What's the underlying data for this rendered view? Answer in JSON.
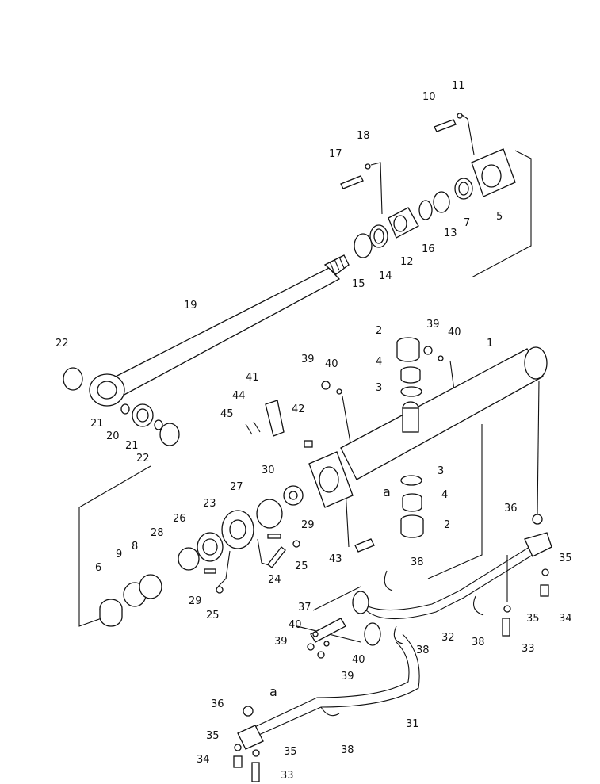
{
  "diagram": {
    "labels": [
      {
        "id": "p11",
        "text": "11"
      },
      {
        "id": "p10",
        "text": "10"
      },
      {
        "id": "p18",
        "text": "18"
      },
      {
        "id": "p17",
        "text": "17"
      },
      {
        "id": "p5",
        "text": "5"
      },
      {
        "id": "p7",
        "text": "7"
      },
      {
        "id": "p13",
        "text": "13"
      },
      {
        "id": "p16",
        "text": "16"
      },
      {
        "id": "p12",
        "text": "12"
      },
      {
        "id": "p14",
        "text": "14"
      },
      {
        "id": "p15",
        "text": "15"
      },
      {
        "id": "p19",
        "text": "19"
      },
      {
        "id": "p22a",
        "text": "22"
      },
      {
        "id": "p21a",
        "text": "21"
      },
      {
        "id": "p20",
        "text": "20"
      },
      {
        "id": "p21b",
        "text": "21"
      },
      {
        "id": "p22b",
        "text": "22"
      },
      {
        "id": "p2a",
        "text": "2"
      },
      {
        "id": "p39a",
        "text": "39"
      },
      {
        "id": "p40a",
        "text": "40"
      },
      {
        "id": "p1",
        "text": "1"
      },
      {
        "id": "p4a",
        "text": "4"
      },
      {
        "id": "p3a",
        "text": "3"
      },
      {
        "id": "p39b",
        "text": "39"
      },
      {
        "id": "p40b",
        "text": "40"
      },
      {
        "id": "p41",
        "text": "41"
      },
      {
        "id": "p44",
        "text": "44"
      },
      {
        "id": "p45",
        "text": "45"
      },
      {
        "id": "p42",
        "text": "42"
      },
      {
        "id": "pa1",
        "text": "a"
      },
      {
        "id": "p3b",
        "text": "3"
      },
      {
        "id": "p4b",
        "text": "4"
      },
      {
        "id": "p2b",
        "text": "2"
      },
      {
        "id": "p30",
        "text": "30"
      },
      {
        "id": "p27",
        "text": "27"
      },
      {
        "id": "p23",
        "text": "23"
      },
      {
        "id": "p29a",
        "text": "29"
      },
      {
        "id": "p26",
        "text": "26"
      },
      {
        "id": "p28",
        "text": "28"
      },
      {
        "id": "p25a",
        "text": "25"
      },
      {
        "id": "p24",
        "text": "24"
      },
      {
        "id": "p43",
        "text": "43"
      },
      {
        "id": "p29b",
        "text": "29"
      },
      {
        "id": "p25b",
        "text": "25"
      },
      {
        "id": "p6",
        "text": "6"
      },
      {
        "id": "p9",
        "text": "9"
      },
      {
        "id": "p8",
        "text": "8"
      },
      {
        "id": "p36a",
        "text": "36"
      },
      {
        "id": "p35a",
        "text": "35"
      },
      {
        "id": "p34a",
        "text": "34"
      },
      {
        "id": "p35b",
        "text": "35"
      },
      {
        "id": "p33a",
        "text": "33"
      },
      {
        "id": "p38a",
        "text": "38"
      },
      {
        "id": "p37",
        "text": "37"
      },
      {
        "id": "p40c",
        "text": "40"
      },
      {
        "id": "p39c",
        "text": "39"
      },
      {
        "id": "p40d",
        "text": "40"
      },
      {
        "id": "p39d",
        "text": "39"
      },
      {
        "id": "p38b",
        "text": "38"
      },
      {
        "id": "p32",
        "text": "32"
      },
      {
        "id": "p38c",
        "text": "38"
      },
      {
        "id": "pa2",
        "text": "a"
      },
      {
        "id": "p36b",
        "text": "36"
      },
      {
        "id": "p31",
        "text": "31"
      },
      {
        "id": "p35c",
        "text": "35"
      },
      {
        "id": "p35d",
        "text": "35"
      },
      {
        "id": "p34b",
        "text": "34"
      },
      {
        "id": "p33b",
        "text": "33"
      },
      {
        "id": "p38d",
        "text": "38"
      }
    ]
  }
}
